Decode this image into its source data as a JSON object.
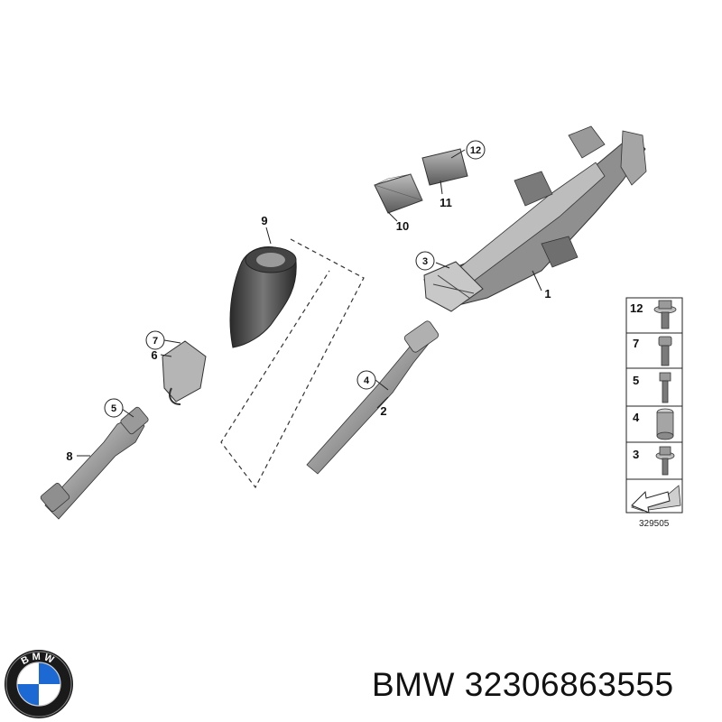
{
  "diagram": {
    "callouts": {
      "c1": "1",
      "c2": "2",
      "c3": "3",
      "c4": "4",
      "c5": "5",
      "c6": "6",
      "c7": "7",
      "c8": "8",
      "c9": "9",
      "c10": "10",
      "c11": "11",
      "c12": "12"
    },
    "legend": {
      "rows": [
        "12",
        "7",
        "5",
        "4",
        "3"
      ],
      "ref_code": "329505"
    }
  },
  "footer": {
    "brand": "BMW",
    "part_number": "32306863555",
    "logo_letters": "BMW"
  },
  "colors": {
    "part_fill": "#8a8a8a",
    "part_dark": "#3a3a3a",
    "part_light": "#cfcfcf",
    "logo_blue": "#1c69d4",
    "logo_ring": "#1a1a1a"
  }
}
